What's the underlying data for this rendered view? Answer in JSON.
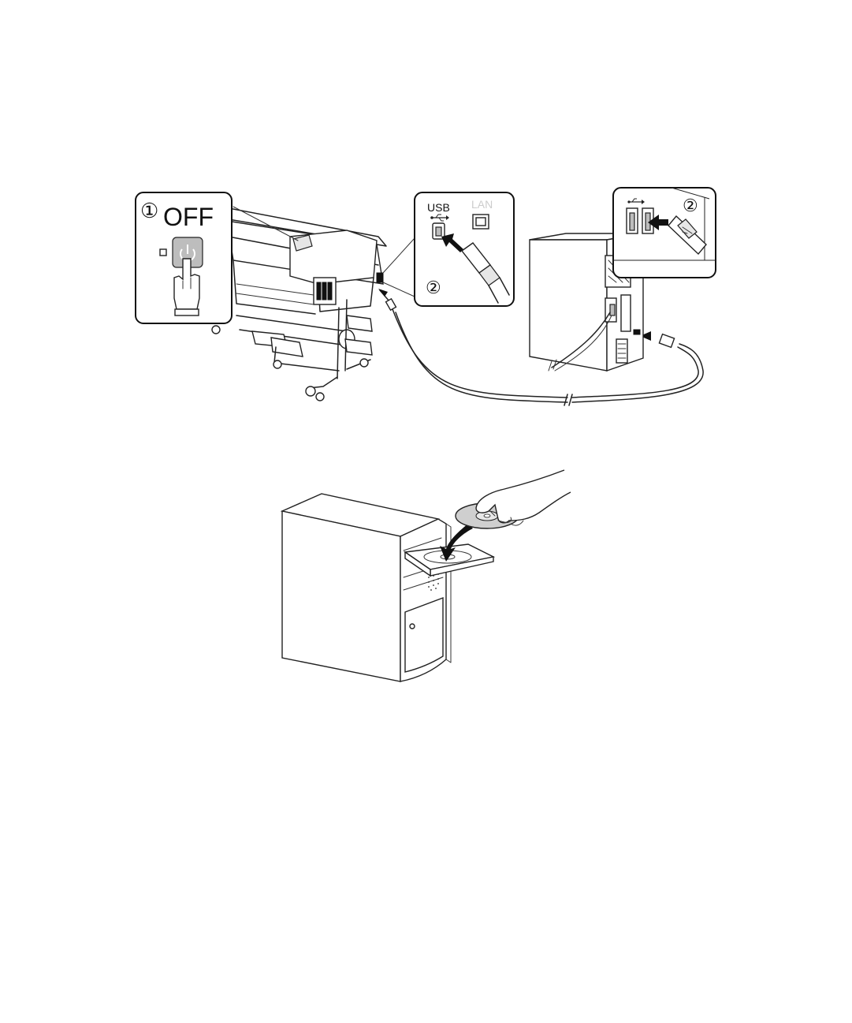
{
  "labels": {
    "step_one": "①",
    "off": "OFF",
    "usb": "USB",
    "lan": "LAN",
    "step_two": "②"
  },
  "colors": {
    "line": "#222222",
    "button_fill": "#bdbdbd",
    "light_fill": "#e6e6e6",
    "arrow": "#111111"
  }
}
